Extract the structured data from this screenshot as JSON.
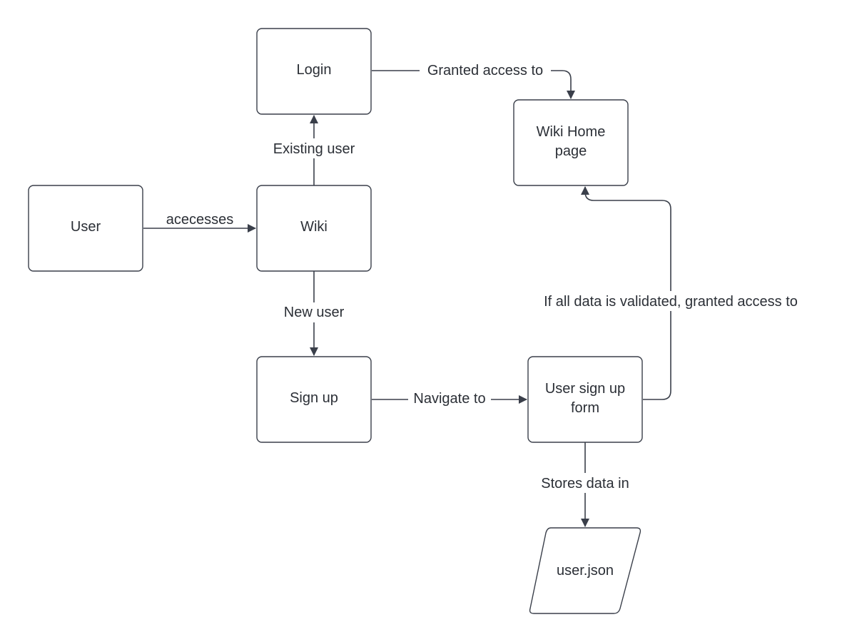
{
  "nodes": {
    "user": {
      "label": "User"
    },
    "wiki": {
      "label": "Wiki"
    },
    "login": {
      "label": "Login"
    },
    "signup": {
      "label": "Sign up"
    },
    "wiki_home": {
      "label_line1": "Wiki Home",
      "label_line2": "page"
    },
    "signup_form": {
      "label_line1": "User sign up",
      "label_line2": "form"
    },
    "user_json": {
      "label": "user.json",
      "shape": "parallelogram"
    }
  },
  "edges": {
    "user_to_wiki": {
      "label": "acecesses"
    },
    "wiki_to_login": {
      "label": "Existing user"
    },
    "wiki_to_signup": {
      "label": "New user"
    },
    "login_to_home": {
      "label": "Granted access to"
    },
    "signup_to_form": {
      "label": "Navigate to"
    },
    "form_to_home": {
      "label": "If all data is validated, granted access to"
    },
    "form_to_json": {
      "label": "Stores data in"
    }
  },
  "colors": {
    "stroke": "#3a3f4a",
    "text": "#2b2f36",
    "background": "#ffffff"
  }
}
